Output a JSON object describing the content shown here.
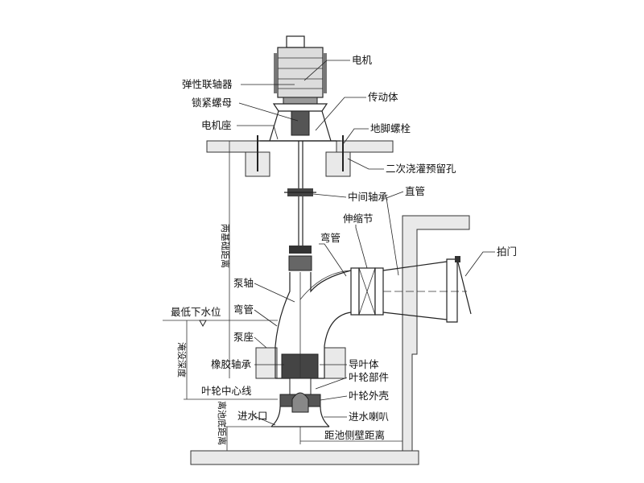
{
  "labels": {
    "motor": "电机",
    "coupling": "弹性联轴器",
    "lock_nut": "锁紧螺母",
    "transmission": "传动体",
    "motor_base": "电机座",
    "anchor_bolt": "地脚螺栓",
    "grout_hole": "二次浇灌预留孔",
    "middle_bearing": "中间轴承",
    "straight_pipe": "直管",
    "expansion_joint": "伸缩节",
    "elbow_top": "弯管",
    "flap_valve": "拍门",
    "pump_shaft": "泵轴",
    "elbow_left": "弯管",
    "pump_base": "泵座",
    "rubber_bearing": "橡胶轴承",
    "guide_vane": "导叶体",
    "impeller_parts": "叶轮部件",
    "impeller_housing": "叶轮外壳",
    "inlet_bell": "进水喇叭",
    "wall_distance": "距池侧壁距离",
    "impeller_centerline": "叶轮中心线",
    "inlet": "进水口",
    "min_water_level": "最低下水位",
    "dim_installation_height": "两基础距离",
    "dim_submergence": "淹没深度",
    "dim_bottom_clearance": "离池底距离"
  }
}
